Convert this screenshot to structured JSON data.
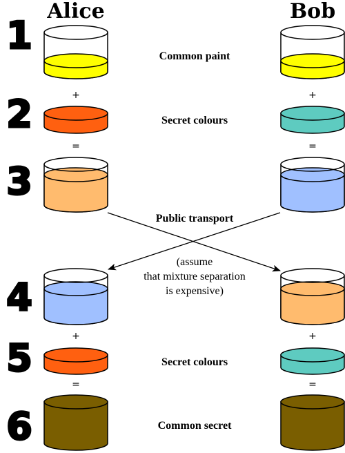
{
  "people": {
    "left": "Alice",
    "right": "Bob"
  },
  "steps": [
    "1",
    "2",
    "3",
    "4",
    "5",
    "6"
  ],
  "labels": {
    "common_paint": "Common paint",
    "secret_colours_1": "Secret colours",
    "public_transport": "Public transport",
    "note_line1": "(assume",
    "note_line2": "that mixture separation",
    "note_line3": "is expensive)",
    "secret_colours_2": "Secret colours",
    "common_secret": "Common secret"
  },
  "operators": {
    "plus": "+",
    "equals": "="
  },
  "colors": {
    "yellow": "#ffff00",
    "alice_secret": "#ff6010",
    "bob_secret": "#5ecbc0",
    "alice_mix": "#ffbb6e",
    "bob_mix": "#a0c0ff",
    "common_secret": "#7a5e00"
  }
}
